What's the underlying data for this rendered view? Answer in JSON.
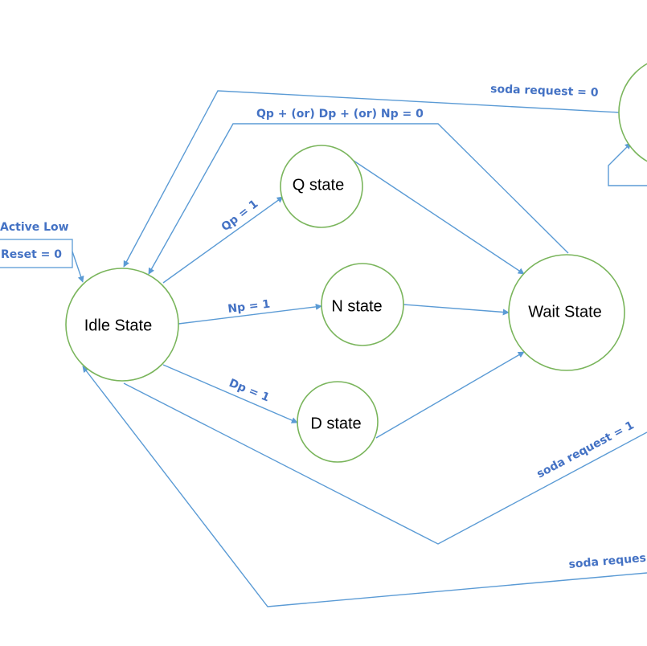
{
  "diagram": {
    "nodes": {
      "idle": "Idle State",
      "q": "Q state",
      "n": "N state",
      "d": "D state",
      "wait": "Wait State"
    },
    "labels": {
      "active_low": "Active Low",
      "reset": "Reset = 0",
      "qp": "Qp = 1",
      "np": "Np = 1",
      "dp": "Dp = 1",
      "coins_zero": "Qp + (or) Dp + (or) Np = 0",
      "soda_zero": "soda request = 0",
      "soda_one": "soda request = 1",
      "soda_partial": "soda reques"
    },
    "colors": {
      "edge": "#5b9bd5",
      "node_outline": "#7ab55c",
      "label_text": "#4472c4"
    }
  }
}
